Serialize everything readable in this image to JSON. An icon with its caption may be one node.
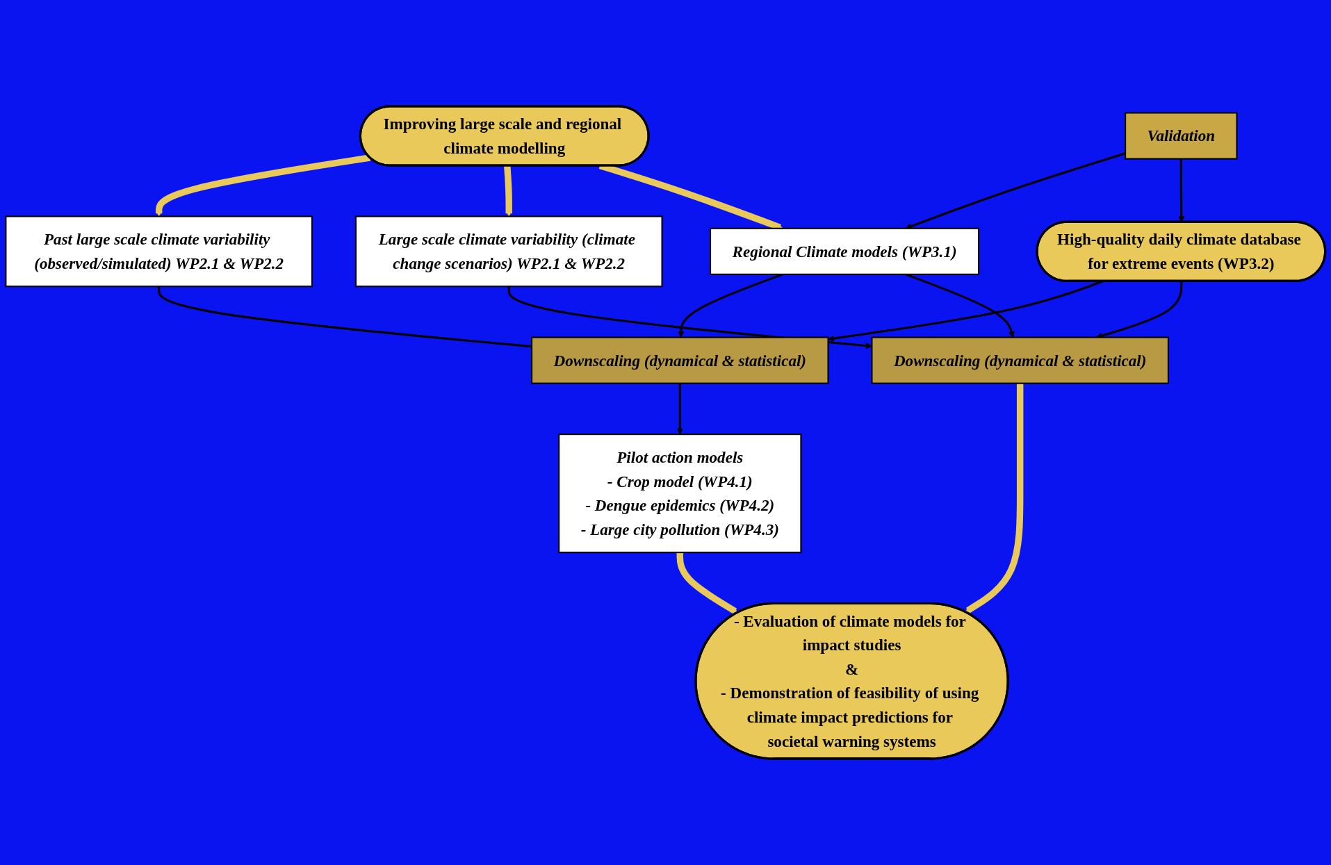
{
  "diagram": {
    "nodes": [
      {
        "text": [
          "Improving large scale and regional climate modelling"
        ]
      },
      {
        "text": [
          "Past large scale climate variability (observed/simulated) WP2.1 & WP2.2"
        ]
      },
      {
        "text": [
          "Large scale climate variability (climate change scenarios) WP2.1 & WP2.2"
        ]
      },
      {
        "text": [
          "Regional Climate models (WP3.1)"
        ]
      },
      {
        "text": [
          "Validation"
        ]
      },
      {
        "text": [
          "Downscaling (dynamical & statistical)"
        ]
      },
      {
        "text": [
          "Downscaling (dynamical & statistical)"
        ]
      },
      {
        "text": [
          "High-quality daily climate database for extreme events (WP3.2)"
        ]
      },
      {
        "text": [
          "Pilot action models",
          "- Crop model (WP4.1)",
          "- Dengue epidemics (WP4.2)",
          "- Large city pollution (WP4.3)"
        ]
      },
      {
        "text": [
          "- Evaluation of climate models for impact studies",
          "&",
          "- Demonstration of feasibility of using climate impact predictions for societal warning systems"
        ]
      }
    ],
    "edges": [
      {
        "from": 0,
        "to": 1,
        "arrow": "to",
        "style": "thick",
        "color": "#e8c95a"
      },
      {
        "from": 0,
        "to": 2,
        "arrow": "to",
        "style": "thick",
        "color": "#e8c95a"
      },
      {
        "from": 0,
        "to": 3,
        "arrow": "to",
        "style": "thick",
        "color": "#e8c95a"
      },
      {
        "from": 1,
        "to": 5,
        "arrow": "none"
      },
      {
        "from": 2,
        "to": 6,
        "arrow": "to"
      },
      {
        "from": 3,
        "to": 5,
        "arrow": "to"
      },
      {
        "from": 3,
        "to": 6,
        "arrow": "to"
      },
      {
        "from": 4,
        "to": 3,
        "arrow": "to"
      },
      {
        "from": 4,
        "to": 7,
        "arrow": "to"
      },
      {
        "from": 7,
        "to": 5,
        "arrow": "to"
      },
      {
        "from": 7,
        "to": 6,
        "arrow": "to"
      },
      {
        "from": 5,
        "to": 8,
        "arrow": "to"
      },
      {
        "from": 6,
        "to": 9,
        "arrow": "to",
        "style": "thick",
        "color": "#e8c95a"
      },
      {
        "from": 8,
        "to": 9,
        "arrow": "to",
        "style": "thick",
        "color": "#e8c95a"
      }
    ]
  }
}
